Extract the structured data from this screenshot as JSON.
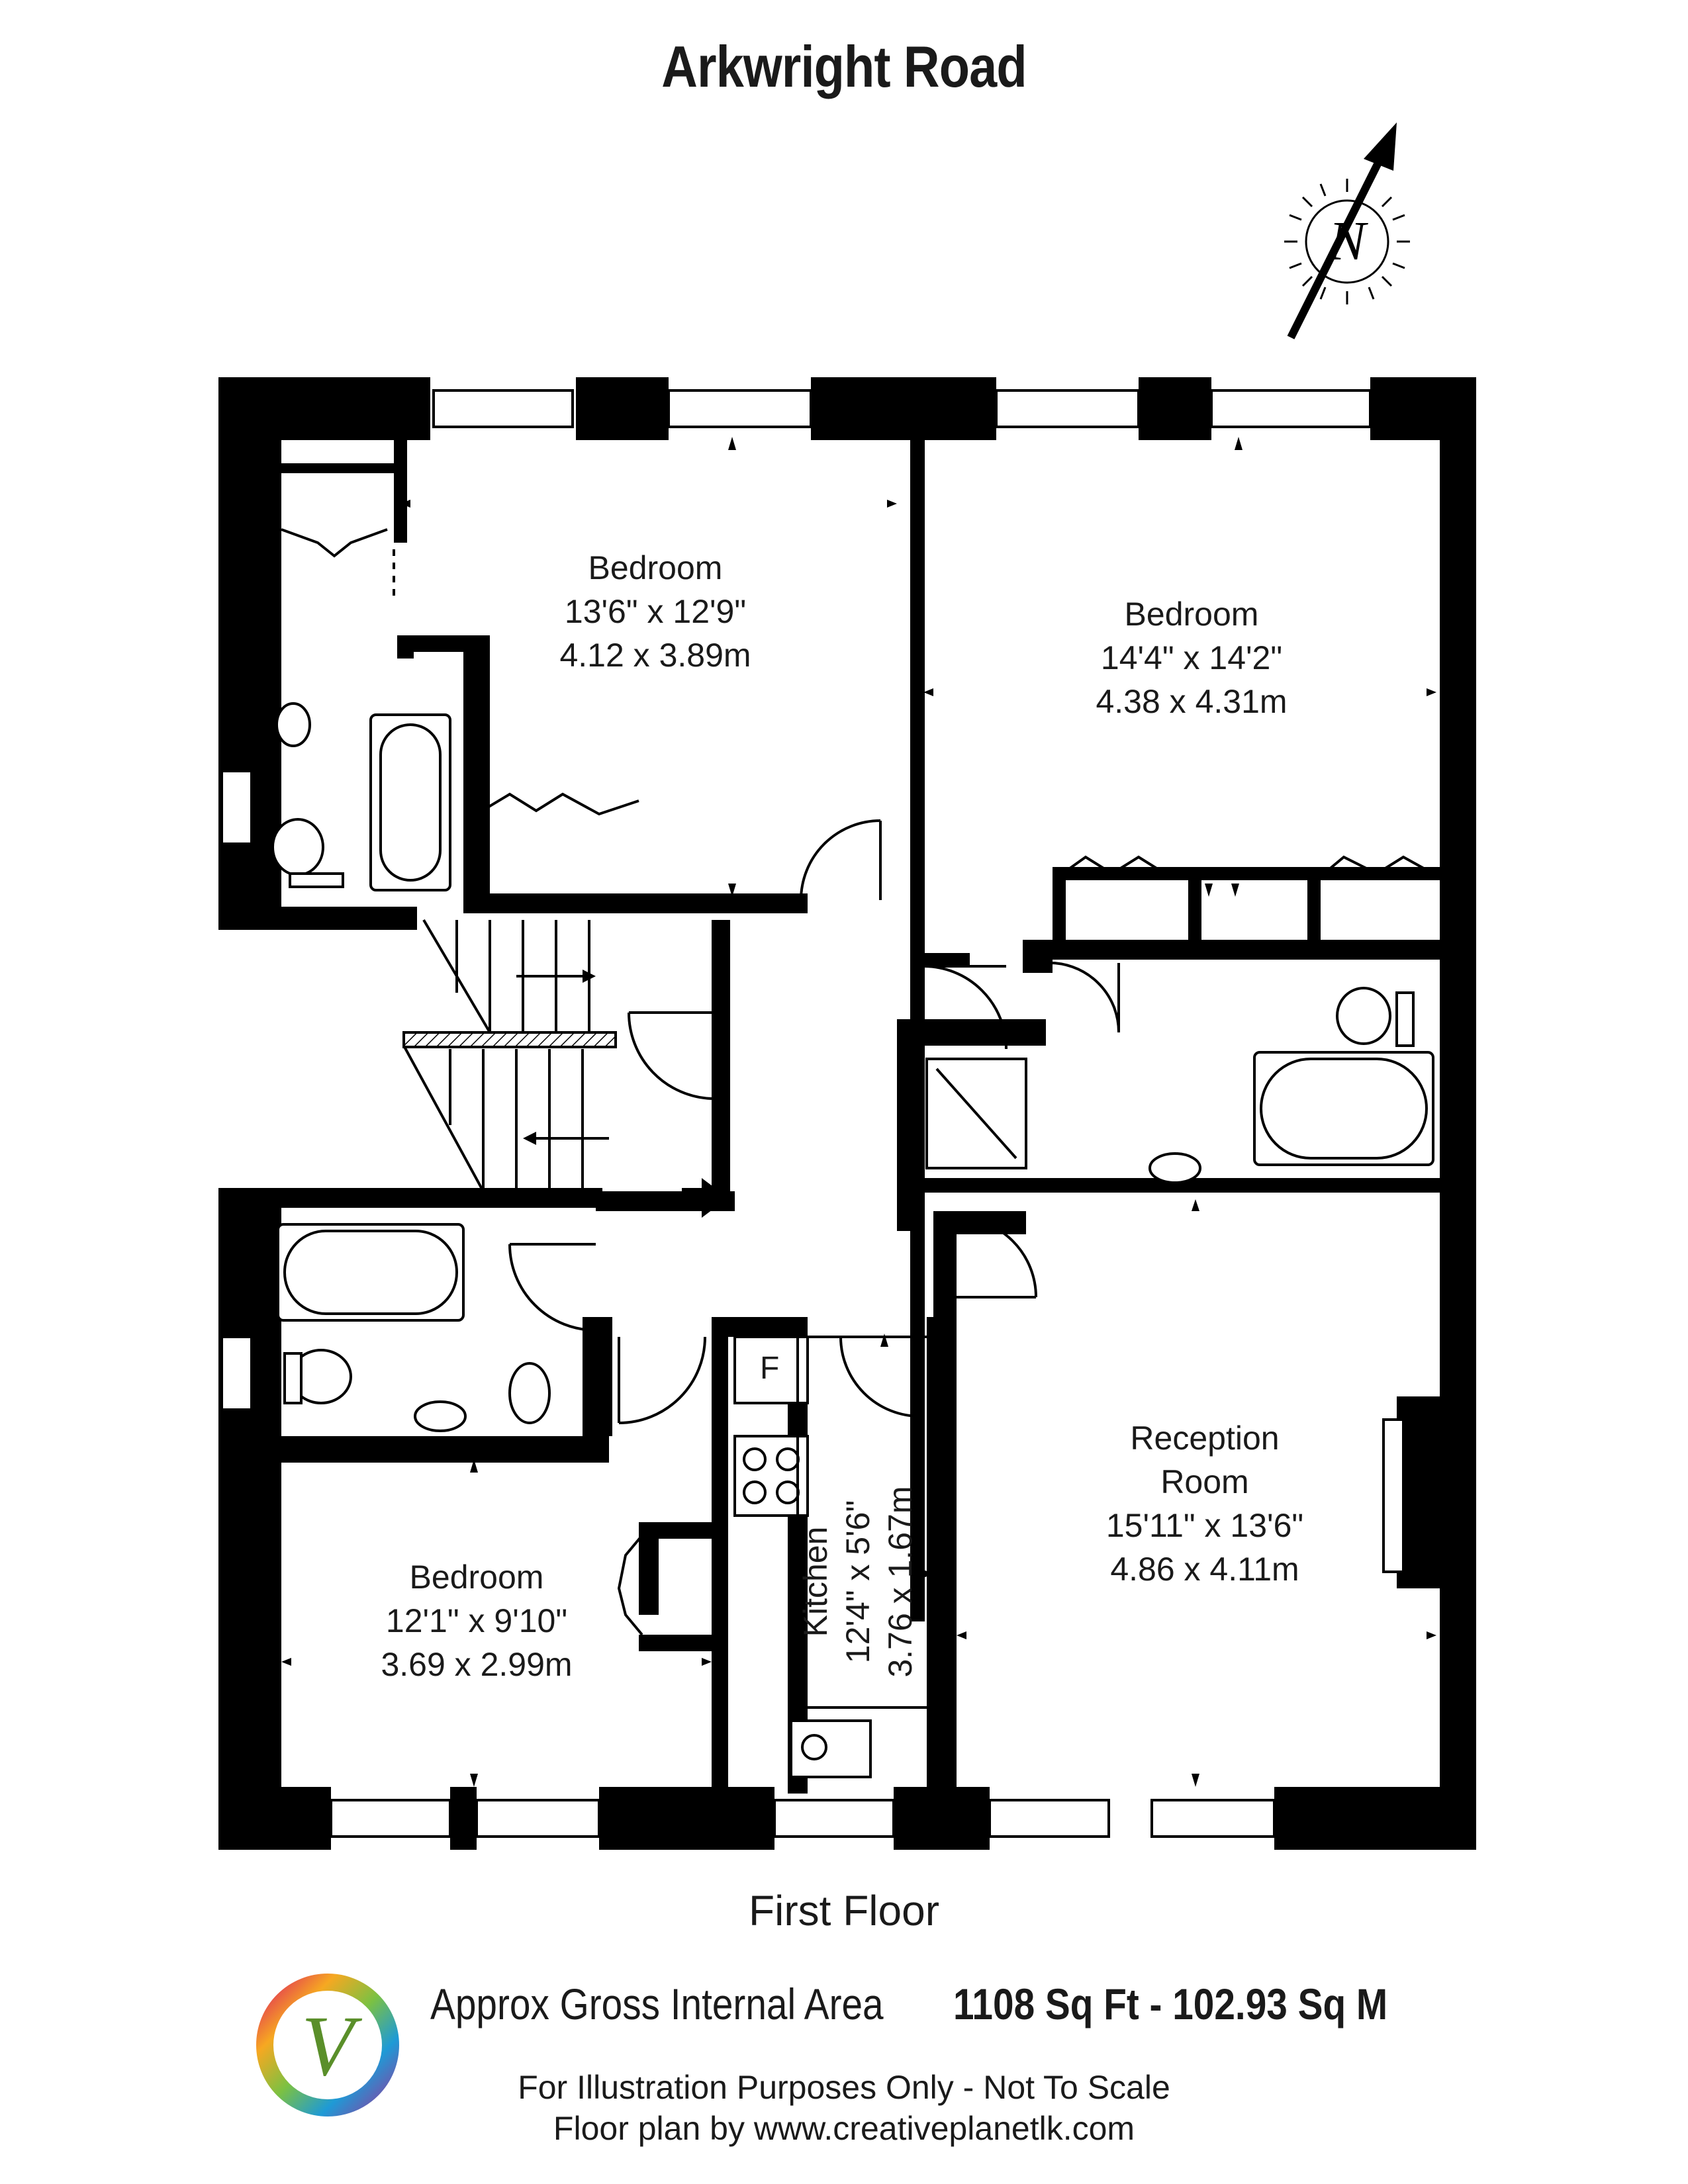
{
  "title": "Arkwright Road",
  "compass": {
    "label": "N"
  },
  "rooms": {
    "bedroom_1": {
      "name": "Bedroom",
      "imperial": "13'6\" x 12'9\"",
      "metric": "4.12 x 3.89m"
    },
    "bedroom_2": {
      "name": "Bedroom",
      "imperial": "14'4\" x 14'2\"",
      "metric": "4.38 x 4.31m"
    },
    "bedroom_3": {
      "name": "Bedroom",
      "imperial": "12'1\" x 9'10\"",
      "metric": "3.69 x 2.99m"
    },
    "reception": {
      "name_line1": "Reception",
      "name_line2": "Room",
      "imperial": "15'11\" x 13'6\"",
      "metric": "4.86 x 4.11m"
    },
    "kitchen": {
      "name": "Kitchen",
      "imperial": "12'4\" x 5'6\"",
      "metric": "3.76 x 1.67m",
      "fridge_label": "F"
    }
  },
  "floor": "First Floor",
  "area": {
    "label": "Approx Gross Internal Area",
    "value": "1108 Sq Ft  -  102.93 Sq M"
  },
  "disclaimer": "For Illustration Purposes Only - Not To Scale",
  "credit": "Floor plan by www.creativeplanetlk.com",
  "logo": {
    "letter": "V"
  },
  "colors": {
    "wall": "#000000",
    "background": "#ffffff",
    "text": "#1a1a1a"
  }
}
